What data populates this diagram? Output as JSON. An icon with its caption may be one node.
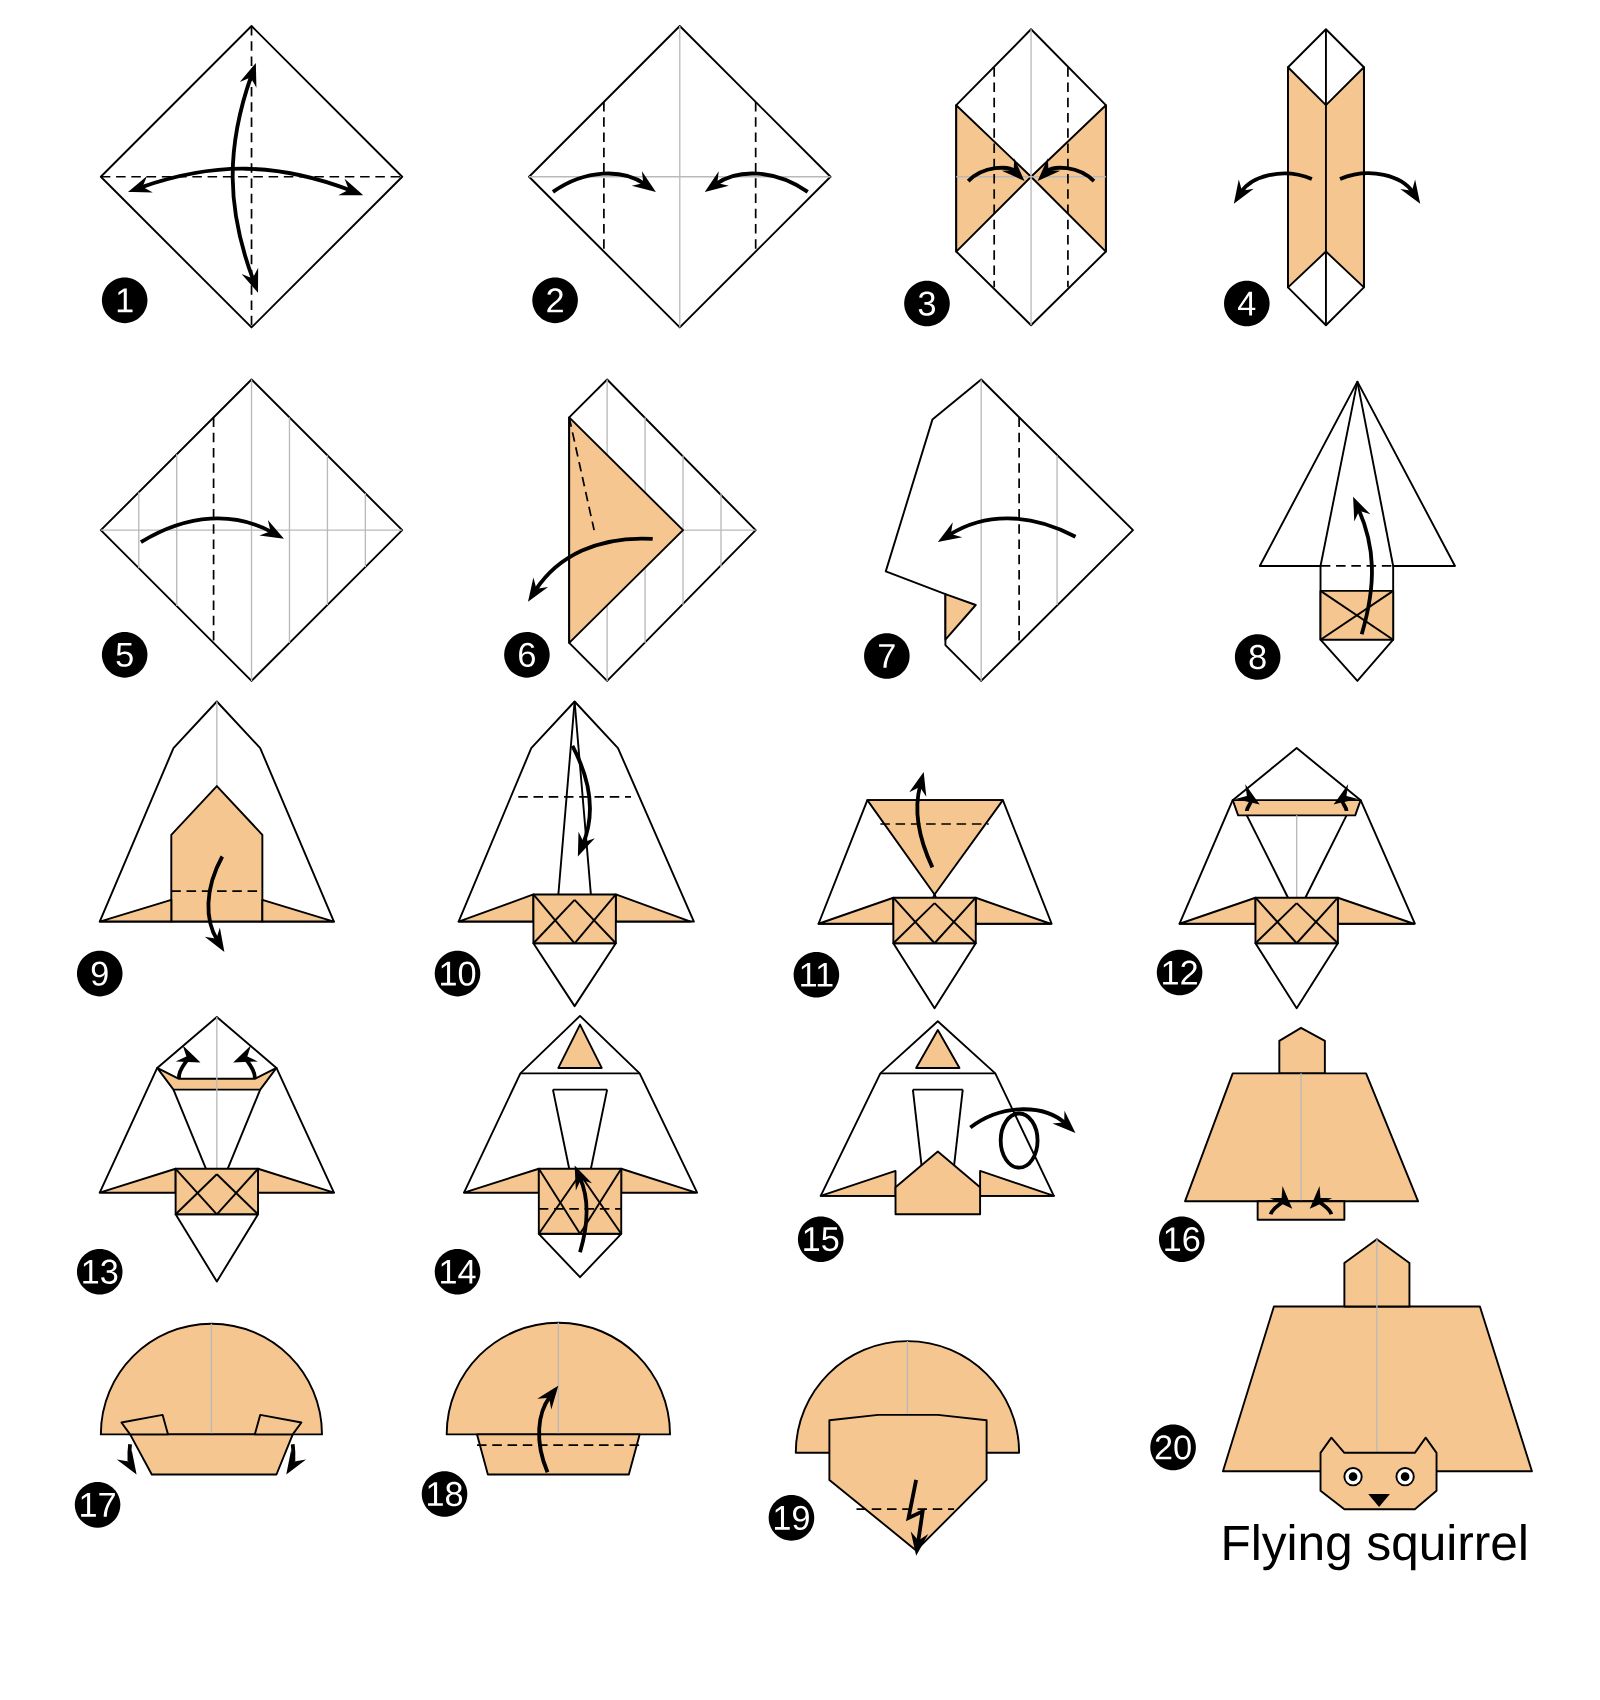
{
  "diagram": {
    "title": "Flying squirrel",
    "labels": [
      "1",
      "2",
      "3",
      "4",
      "5",
      "6",
      "7",
      "8",
      "9",
      "10",
      "11",
      "12",
      "13",
      "14",
      "15",
      "16",
      "17",
      "18",
      "19",
      "20"
    ]
  }
}
